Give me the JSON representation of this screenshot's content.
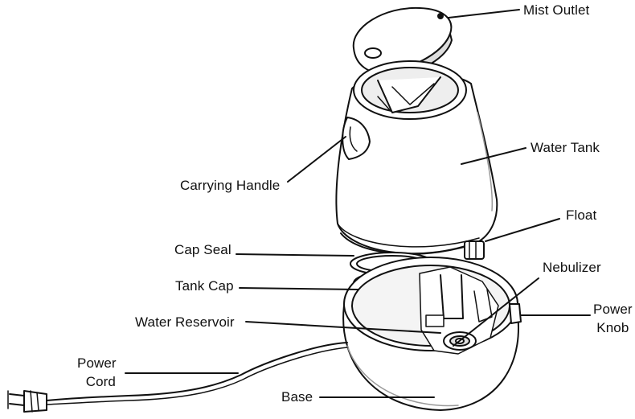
{
  "labels": {
    "mist_outlet": "Mist Outlet",
    "water_tank": "Water Tank",
    "carrying_handle": "Carrying Handle",
    "float": "Float",
    "cap_seal": "Cap Seal",
    "nebulizer": "Nebulizer",
    "tank_cap": "Tank Cap",
    "power_knob_1": "Power",
    "power_knob_2": "Knob",
    "water_reservoir": "Water Reservoir",
    "power_cord_1": "Power",
    "power_cord_2": "Cord",
    "base": "Base"
  }
}
